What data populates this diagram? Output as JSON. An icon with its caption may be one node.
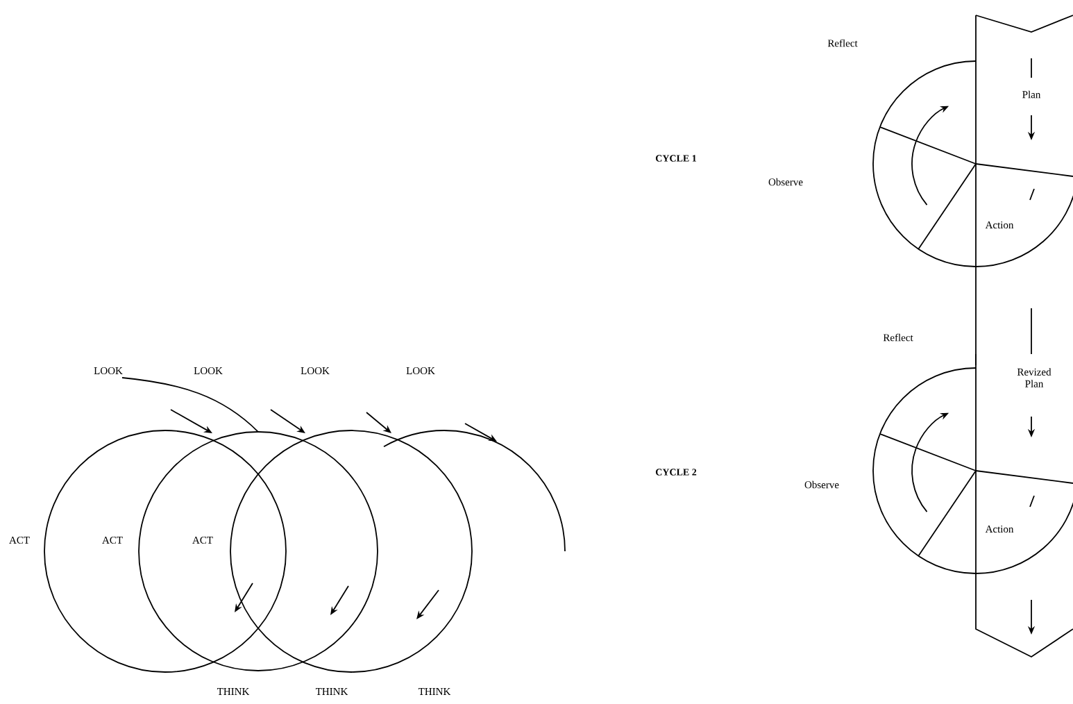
{
  "diagram": {
    "labels": [
      "Reflect",
      "Plan",
      "CYCLE 1",
      "Observe",
      "Action",
      "Reflect",
      "Revized Plan",
      "CYCLE 2",
      "Observe",
      "Action",
      "LOOK",
      "LOOK",
      "LOOK",
      "LOOK",
      "ACT",
      "ACT",
      "ACT",
      "THINK",
      "THINK",
      "THINK"
    ]
  }
}
